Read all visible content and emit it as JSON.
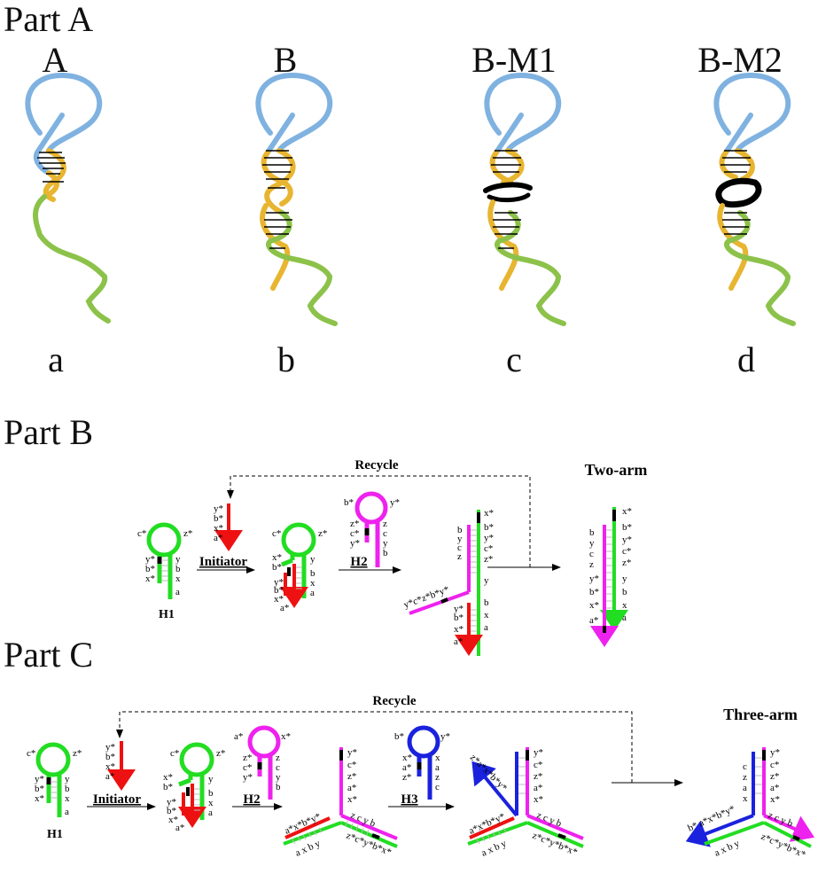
{
  "partA": {
    "title": "Part A",
    "panels": [
      {
        "name": "A",
        "sub": "a"
      },
      {
        "name": "B",
        "sub": "b"
      },
      {
        "name": "B-M1",
        "sub": "c"
      },
      {
        "name": "B-M2",
        "sub": "d"
      }
    ]
  },
  "partB": {
    "title": "Part B",
    "recycle": "Recycle",
    "result": "Two-arm",
    "initiator": "Initiator",
    "h1": "H1",
    "h2": "H2",
    "h1_loop_left": "c*",
    "h1_loop_right": "z*",
    "h1_stem_left": [
      "y*",
      "b*",
      "x*"
    ],
    "h1_stem_right": [
      "y",
      "b",
      "x",
      "a"
    ],
    "init_domains": [
      "y*",
      "b*",
      "x*",
      "a*"
    ],
    "h2_loop_left": "b*",
    "h2_loop_right": "y*",
    "h2_stem_left": [
      "z*",
      "c*",
      "y*"
    ],
    "h2_stem_right": [
      "z",
      "c",
      "y",
      "b"
    ],
    "two_left": [
      "b",
      "y",
      "c",
      "z",
      "y*",
      "b*",
      "x*",
      "a*"
    ],
    "two_right": [
      "x*",
      "b*",
      "y*",
      "c*",
      "z*",
      "y",
      "b",
      "x",
      "a"
    ],
    "inter_arm": "y*c*z*b*y*"
  },
  "partC": {
    "title": "Part C",
    "recycle": "Recycle",
    "result": "Three-arm",
    "initiator": "Initiator",
    "h1": "H1",
    "h2": "H2",
    "h3": "H3",
    "h1_loop_left": "c*",
    "h1_loop_right": "z*",
    "h1_stem_left": [
      "y*",
      "b*",
      "x*"
    ],
    "h1_stem_right": [
      "y",
      "b",
      "x",
      "a"
    ],
    "init_domains": [
      "y*",
      "b*",
      "x*",
      "a*"
    ],
    "h2_loop_left": "a*",
    "h2_loop_right": "x*",
    "h2_stem_left": [
      "z*",
      "c*",
      "y*"
    ],
    "h2_stem_right": [
      "z",
      "c",
      "y",
      "b"
    ],
    "h3_loop_left": "b*",
    "h3_loop_right": "y*",
    "h3_stem_left": [
      "x*",
      "a*",
      "z*"
    ],
    "h3_stem_right": [
      "x",
      "a",
      "z",
      "c"
    ],
    "arm_top": [
      "y*",
      "c*",
      "z*",
      "a*",
      "x*"
    ],
    "arm_inner": "z c y b",
    "arm_bottom_top": "a*x*b*y*",
    "arm_bottom_bot": "a x b y",
    "arm_right_bottom": "z*c*y*b*x*",
    "arm_blue_diag": "z*a*x*b*y*",
    "arm_blue_col": [
      "c",
      "z",
      "a",
      "x"
    ],
    "three_left": "b* a*x*b*y*"
  },
  "colors": {
    "loop_blue": "#7fb2e0",
    "gold": "#e8b530",
    "green_tube": "#8cc24a",
    "strand_green": "#22dd22",
    "strand_red": "#ee1111",
    "strand_magenta": "#ee22ee",
    "strand_blue": "#1a22dd",
    "black": "#000000"
  }
}
